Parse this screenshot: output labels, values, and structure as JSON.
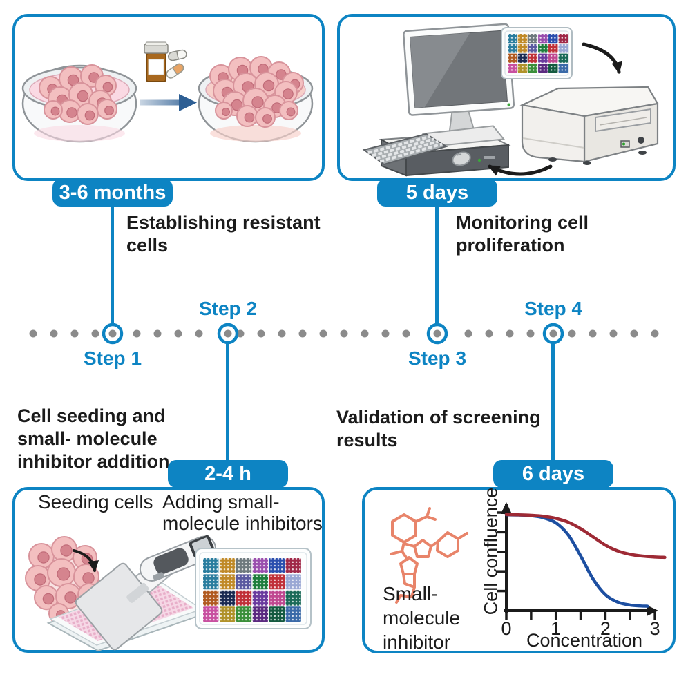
{
  "palette": {
    "blue": "#0d84c3",
    "dot_grey": "#8b8b8b",
    "text": "#1b1b1b",
    "cell_body": "#f3bfc0",
    "cell_halo": "#f8dcdc",
    "cell_edge": "#d8939b",
    "cell_nucleus": "#d5848e",
    "dish_medium_1": "#fad9e3",
    "dish_medium_2": "#f7cfc9",
    "bottle_amber": "#a8681e",
    "capsule_orange": "#e8a465",
    "transition_arrow_blue": "#2e5f94",
    "molecule_salmon": "#e8846a",
    "curve_red": "#9e2a35",
    "curve_blue": "#1d4fa1",
    "plate_blocks": [
      "#2a7d9e",
      "#c08a28",
      "#6e7a7e",
      "#9a4fae",
      "#2b4fae",
      "#a02848",
      "#2a7d9e",
      "#c08a28",
      "#5a5aa0",
      "#1e7d3c",
      "#c03038",
      "#9aa8d4",
      "#b05a20",
      "#1a2a52",
      "#c03038",
      "#6a3a9e",
      "#c04890",
      "#1a6a58",
      "#c850a0",
      "#b0922a",
      "#3a8f3a",
      "#5a2a80",
      "#145a40",
      "#3a6aa8"
    ]
  },
  "steps": [
    {
      "label": "Step 1",
      "badge": "3-6 months",
      "description_lines": [
        "Establishing resistant",
        "cells"
      ]
    },
    {
      "label": "Step 2",
      "badge": "2-4 h",
      "description_lines": [
        "Cell seeding and",
        "small- molecule",
        "inhibitor addition"
      ]
    },
    {
      "label": "Step 3",
      "badge": "5 days",
      "description_lines": [
        "Monitoring cell",
        "proliferation"
      ]
    },
    {
      "label": "Step 4",
      "badge": "6 days",
      "description_lines": [
        "Validation of screening",
        "results"
      ]
    }
  ],
  "panels": {
    "seeding": {
      "seeding_label": "Seeding cells",
      "adding_label_lines": [
        "Adding small-",
        "molecule inhibitors"
      ]
    },
    "validation": {
      "molecule_label_lines": [
        "Small-",
        "molecule",
        "inhibitor"
      ]
    }
  },
  "timeline": {
    "y": 483,
    "x_start": 48,
    "x_end": 948,
    "dot_spacing": 30,
    "dot_radius": 5.5,
    "ring_radius": 13,
    "ring_positions": [
      163,
      330,
      633,
      801
    ]
  },
  "chart_data": {
    "type": "line",
    "title": "",
    "xlabel": "Concentration",
    "ylabel": "Cell confluence",
    "xlim": [
      0,
      3.2
    ],
    "ylim": [
      0,
      1.05
    ],
    "x_ticks": [
      0,
      1,
      2,
      3
    ],
    "x_minor_ticks": [
      0.5,
      1.5,
      2.5
    ],
    "y_ticks_unlabeled": [
      0.2,
      0.4,
      0.6,
      0.8,
      1.0
    ],
    "grid": false,
    "legend": "none",
    "series": [
      {
        "name": "red curve (resistant, upper plateau)",
        "color_key": "curve_red",
        "x": [
          0,
          0.25,
          0.5,
          0.75,
          1,
          1.25,
          1.5,
          1.75,
          2,
          2.25,
          2.5,
          2.75,
          3,
          3.2
        ],
        "y": [
          0.98,
          0.977,
          0.972,
          0.962,
          0.941,
          0.902,
          0.836,
          0.752,
          0.668,
          0.608,
          0.574,
          0.556,
          0.547,
          0.543
        ]
      },
      {
        "name": "blue curve (sensitive, lower plateau)",
        "color_key": "curve_blue",
        "x": [
          0,
          0.25,
          0.5,
          0.75,
          1,
          1.25,
          1.5,
          1.75,
          2,
          2.25,
          2.5,
          2.7,
          2.85
        ],
        "y": [
          0.978,
          0.975,
          0.968,
          0.947,
          0.895,
          0.772,
          0.559,
          0.323,
          0.163,
          0.087,
          0.057,
          0.048,
          0.045
        ]
      }
    ]
  }
}
